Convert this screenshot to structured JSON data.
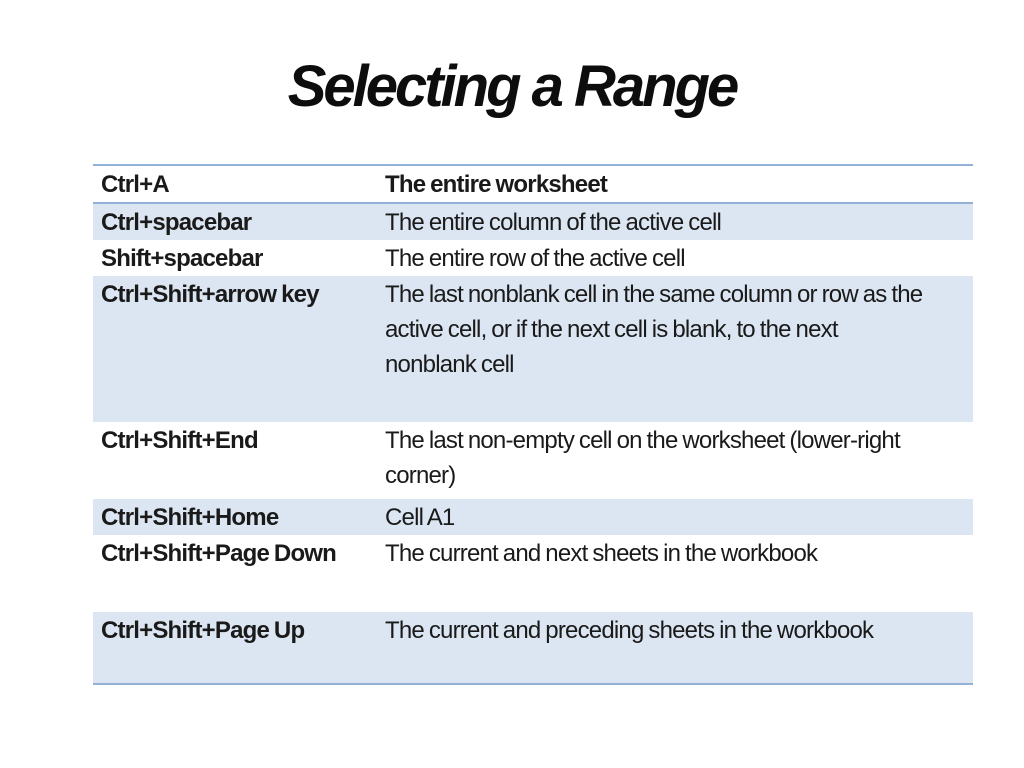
{
  "slide": {
    "title": "Selecting a Range",
    "colors": {
      "background": "#ffffff",
      "row_band": "#dce6f2",
      "table_border": "#94b2d8",
      "text": "#1a1a1a"
    },
    "table": {
      "rows": [
        {
          "shortcut": "Ctrl+A",
          "description": "The entire worksheet"
        },
        {
          "shortcut": "Ctrl+spacebar",
          "description": "The entire column of the active cell"
        },
        {
          "shortcut": "Shift+spacebar",
          "description": "The entire row of the active cell"
        },
        {
          "shortcut": "Ctrl+Shift+arrow key",
          "description": "The last nonblank cell in the same column or row as the\nactive cell, or if the next cell is blank, to the next\nnonblank cell"
        },
        {
          "shortcut": "Ctrl+Shift+End",
          "description": "The last non-empty cell on the worksheet (lower-right\ncorner)"
        },
        {
          "shortcut": "Ctrl+Shift+Home",
          "description": "Cell A1"
        },
        {
          "shortcut": "Ctrl+Shift+Page Down",
          "description": "The current and next sheets in the workbook"
        },
        {
          "shortcut": "Ctrl+Shift+Page Up",
          "description": "The current and preceding sheets in the workbook"
        }
      ]
    }
  }
}
